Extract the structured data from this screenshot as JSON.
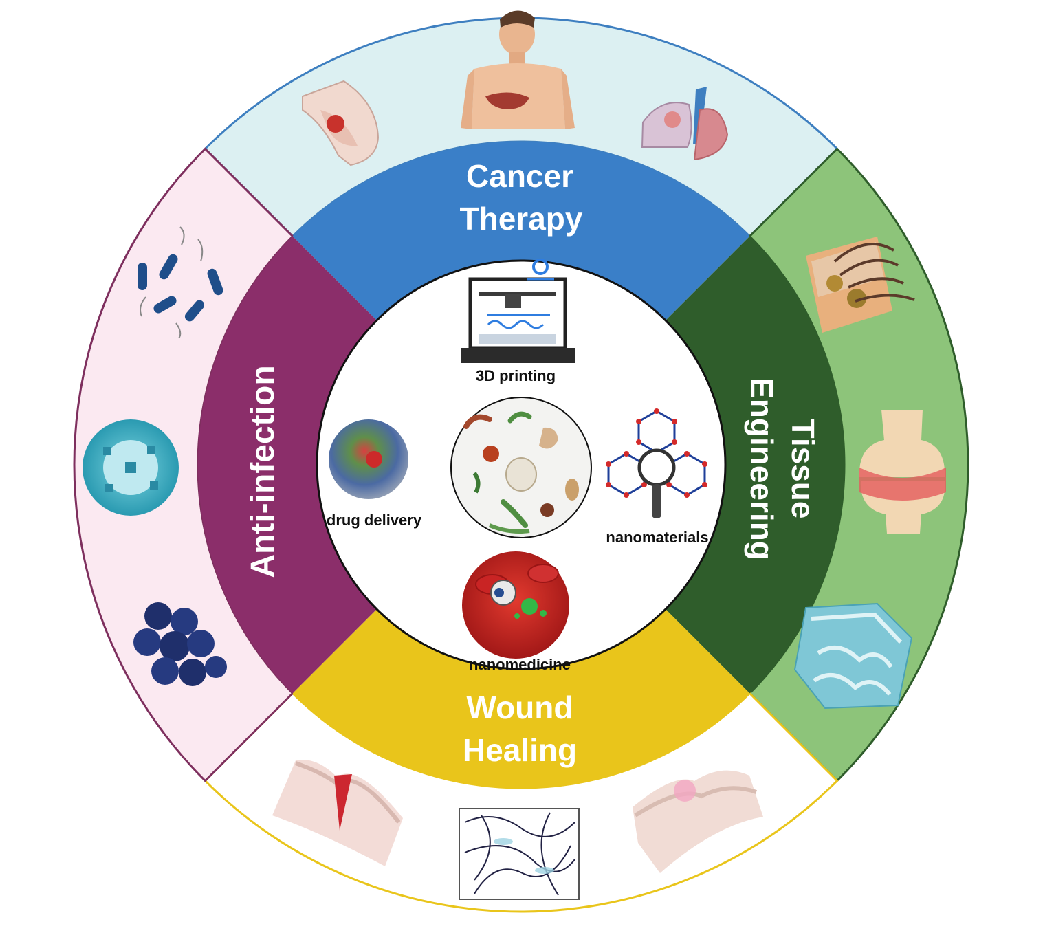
{
  "diagram": {
    "sectors": [
      {
        "id": "cancer",
        "title_lines": [
          "Cancer",
          "Therapy"
        ],
        "band_color": "#3a7fc8",
        "outer_color": "#dcf0f2",
        "border_color": "#3e7fc0"
      },
      {
        "id": "tissue",
        "title_lines": [
          "Tissue",
          "Engineering"
        ],
        "band_color": "#2f5d2b",
        "outer_color": "#8dc47a",
        "border_color": "#2f5d2b"
      },
      {
        "id": "wound",
        "title_lines": [
          "Wound",
          "Healing"
        ],
        "band_color": "#e9c51b",
        "outer_color": "#ffffff",
        "border_color": "#e9c51b"
      },
      {
        "id": "infection",
        "title_lines": [
          "Anti-infection"
        ],
        "band_color": "#8b2e6a",
        "outer_color": "#fbe9f1",
        "border_color": "#7e2f5e"
      }
    ],
    "center": {
      "labels": {
        "printing": "3D printing",
        "drug": "drug delivery",
        "nanomaterials": "nanomaterials",
        "nanomedicine": "nanomedicine"
      }
    }
  }
}
